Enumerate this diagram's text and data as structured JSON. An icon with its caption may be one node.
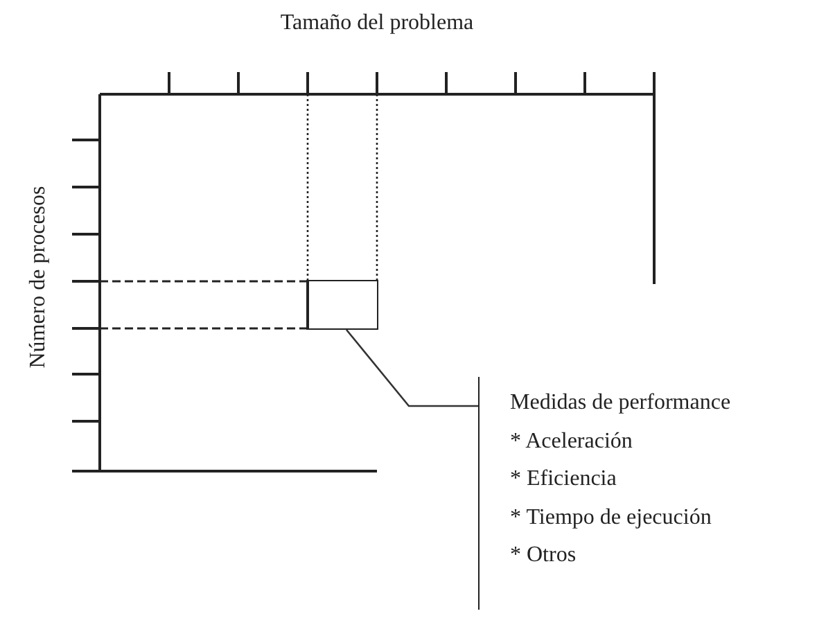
{
  "diagram": {
    "nodes": [
      {
        "text": [
          "Medidas de performance",
          "* Aceleración",
          "* Eficiencia",
          "* Tiempo de ejecución",
          "* Otros"
        ]
      },
      {
        "text": [],
        "shape": "box"
      }
    ],
    "edges": [
      {
        "from": 0,
        "to": 1,
        "arrow": "none"
      }
    ],
    "labels": [
      "Tamaño del problema",
      "Número de procesos"
    ]
  }
}
